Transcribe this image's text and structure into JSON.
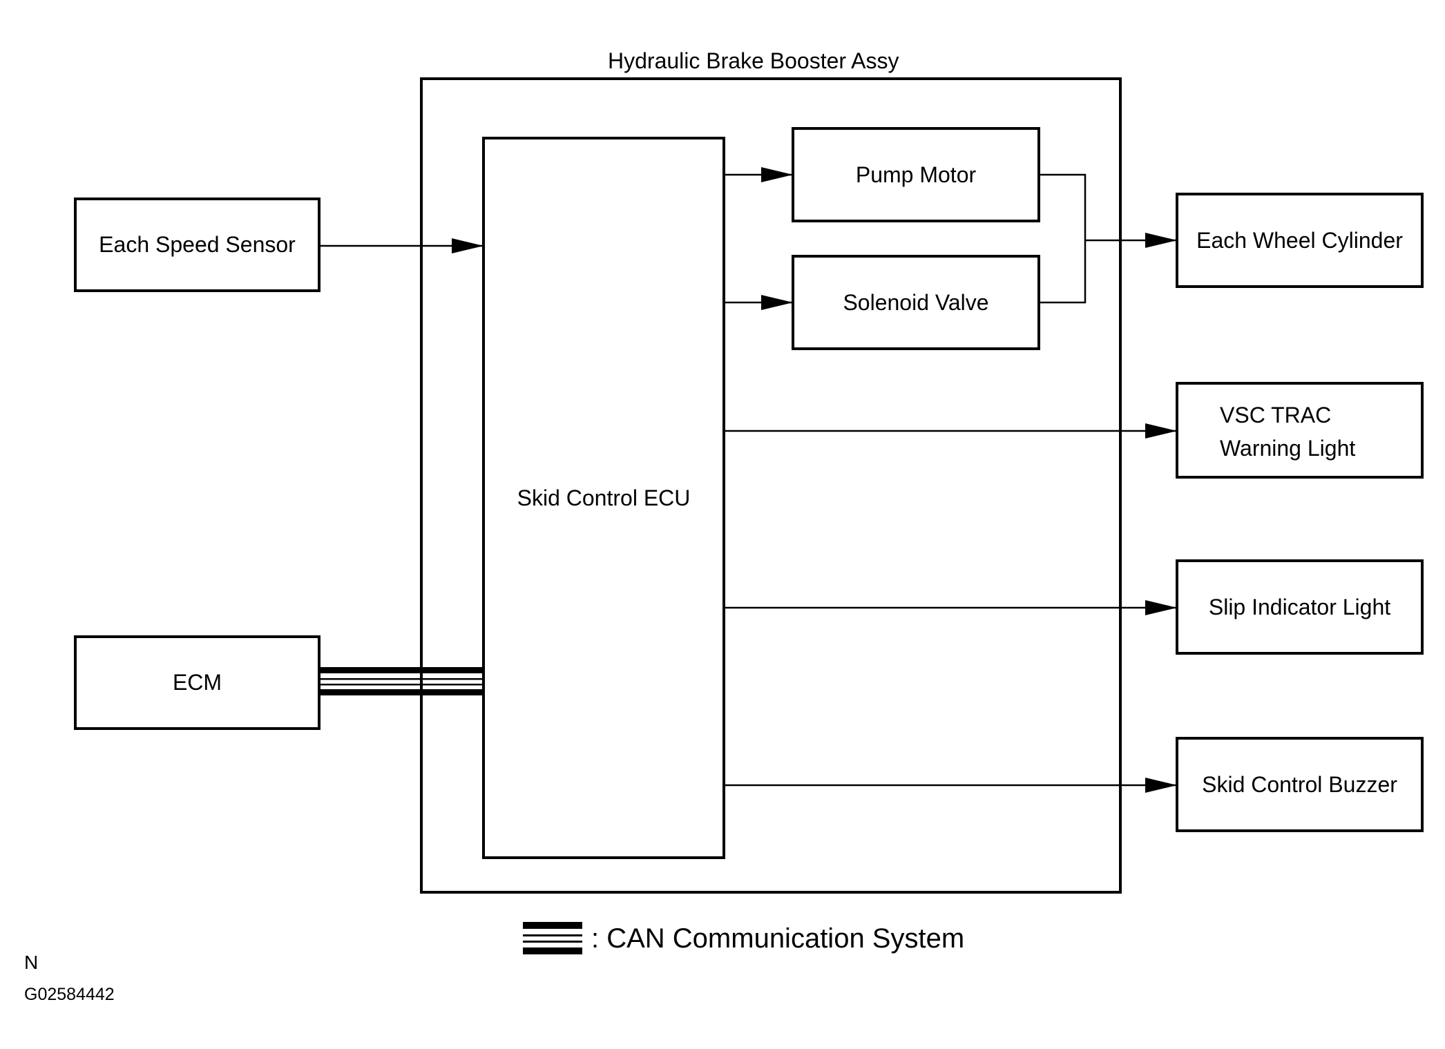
{
  "diagram": {
    "container_title": "Hydraulic Brake Booster Assy",
    "nodes": {
      "speed_sensor": "Each Speed Sensor",
      "ecm": "ECM",
      "skid_ecu": "Skid Control ECU",
      "pump_motor": "Pump Motor",
      "solenoid_valve": "Solenoid Valve",
      "wheel_cylinder": "Each Wheel Cylinder",
      "vsc_line1": "VSC TRAC",
      "vsc_line2": "Warning Light",
      "slip_light": "Slip Indicator Light",
      "buzzer": "Skid Control Buzzer"
    },
    "legend": {
      "text": ": CAN Communication System"
    },
    "footer": {
      "mark": "N",
      "code": "G02584442"
    }
  }
}
